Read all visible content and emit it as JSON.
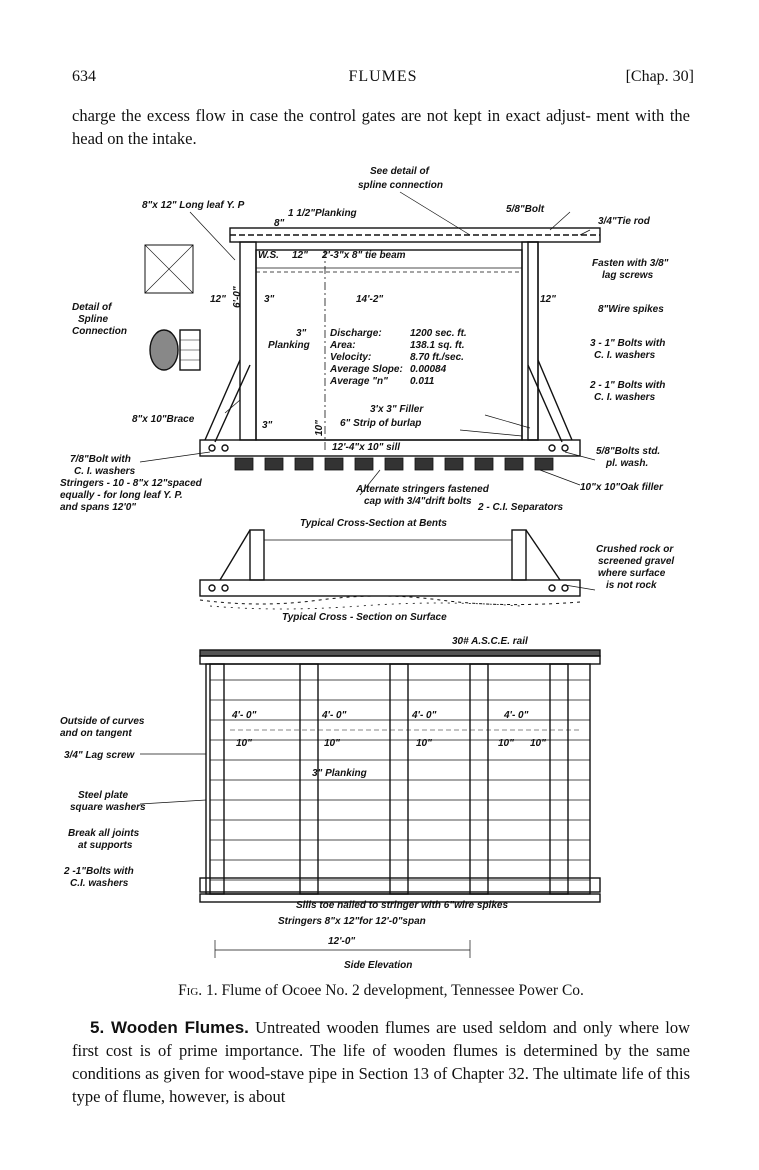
{
  "header": {
    "page_number": "634",
    "title": "FLUMES",
    "chapter": "[Chap. 30]"
  },
  "paragraph_top": "charge the excess flow in case the control gates are not kept in exact adjust- ment with the head on the intake.",
  "figure": {
    "labels": {
      "see_detail": "See detail of",
      "spline_connection": "spline connection",
      "bolt_5_8": "5/8\"Bolt",
      "tie_rod": "3/4\"Tie rod",
      "leaf": "8\"x 12\" Long leaf Y. P",
      "planking_1_5": "1 1/2\"Planking",
      "eight_in": "8\"",
      "ws": "W.S.",
      "twelve_in": "12\"",
      "tie_beam": "2'-3\"x 8\" tie beam",
      "six_ft": "6'-0\"",
      "three_in": "3\"",
      "width_14": "14'-2\"",
      "twelve_r": "12\"",
      "twelve_l": "12\"",
      "detail_of": "Detail of",
      "spline": "Spline",
      "connection": "Connection",
      "fasten": "Fasten with 3/8\"",
      "lag_screws": "lag screws",
      "wire_spikes": "8\"Wire spikes",
      "planking_3": "3\"",
      "planking_word": "Planking",
      "discharge_k": "Discharge:",
      "discharge_v": "1200 sec. ft.",
      "area_k": "Area:",
      "area_v": "138.1 sq. ft.",
      "velocity_k": "Velocity:",
      "velocity_v": "8.70 ft./sec.",
      "slope_k": "Average Slope:",
      "slope_v": "0.00084",
      "n_k": "Average \"n\"",
      "n_v": "0.011",
      "bolts_1": "3 - 1\" Bolts with",
      "ci_washers_1": "C. I. washers",
      "bolts_2": "2 - 1\" Bolts with",
      "ci_washers_2": "C. I. washers",
      "brace": "8\"x 10\"Brace",
      "filler": "3'x 3\" Filler",
      "burlap": "6\" Strip of burlap",
      "three_b": "3\"",
      "ten_in": "10\"",
      "sill": "12'-4\"x 10\" sill",
      "bolt_with": "7/8\"Bolt with",
      "ci_washers_3": "C. I. washers",
      "stringers": "Stringers - 10 - 8\"x 12\"spaced",
      "equally": "equally - for long leaf Y. P.",
      "spans": "and spans 12'0\"",
      "alternate": "Alternate stringers fastened",
      "cap": "cap with 3/4\"drift bolts",
      "bolts_std": "5/8\"Bolts std.",
      "pl_wash": "pl. wash.",
      "oak_filler": "10\"x 10\"Oak filler",
      "separators": "2 - C.I. Separators",
      "typical_bents": "Typical Cross-Section at Bents",
      "crushed": "Crushed rock or",
      "screened": "screened gravel",
      "where_surface": "where surface",
      "not_rock": "is not rock",
      "typical_surface": "Typical Cross - Section on Surface",
      "rail": "30# A.S.C.E. rail",
      "outside": "Outside of curves",
      "tangent": "and on tangent",
      "lag_screw": "3/4\" Lag screw",
      "steel_plate": "Steel plate",
      "square_washers": "square washers",
      "break_joints": "Break all joints",
      "at_supports": "at supports",
      "bolts_3": "2 -1\"Bolts with",
      "ci_washers_4": "C.I. washers",
      "spacing_4": "4'- 0\"",
      "ten_a": "10\"",
      "planking_3b": "3\" Planking",
      "sills_nailed": "Sills toe nailed to stringer with 6\"wire spikes",
      "stringers_span": "Stringers 8\"x 12\"for 12'-0\"span",
      "dim_12": "12'-0\"",
      "side_elev": "Side Elevation"
    }
  },
  "caption": {
    "fig": "Fig. 1.",
    "text": "Flume of Ocoee No. 2 development, Tennessee Power Co."
  },
  "section": {
    "heading": "5. Wooden Flumes.",
    "text": "Untreated wooden flumes are used seldom and only where low first cost is of prime importance. The life of wooden flumes is determined by the same conditions as given for wood-stave pipe in Section 13 of Chapter 32. The ultimate life of this type of flume, however, is about"
  }
}
